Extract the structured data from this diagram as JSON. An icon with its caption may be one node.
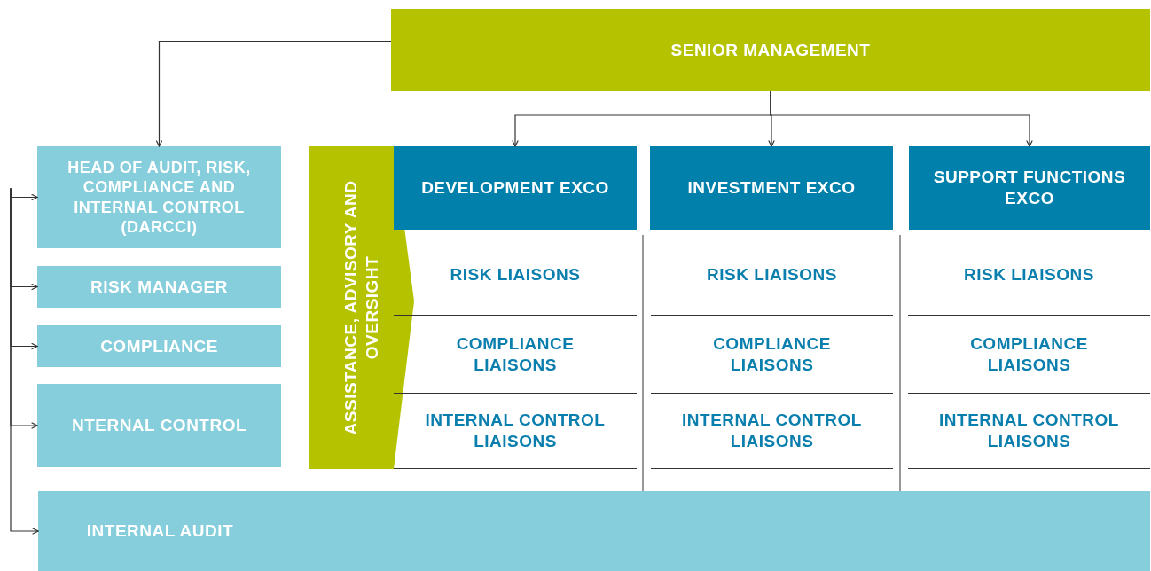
{
  "diagram": {
    "nodes": [
      {
        "text": [
          "SENIOR MANAGEMENT"
        ]
      },
      {
        "text": [
          "HEAD OF AUDIT, RISK, COMPLIANCE AND INTERNAL CONTROL (DARCCI)"
        ]
      },
      {
        "text": [
          "ASSISTANCE, ADVISORY AND OVERSIGHT"
        ]
      },
      {
        "text": [
          "DEVELOPMENT EXCO"
        ]
      },
      {
        "text": [
          "INVESTMENT EXCO"
        ]
      },
      {
        "text": [
          "SUPPORT FUNCTIONS EXCO"
        ]
      },
      {
        "text": [
          "RISK MANAGER"
        ]
      },
      {
        "text": [
          "COMPLIANCE"
        ]
      },
      {
        "text": [
          "NTERNAL CONTROL"
        ]
      },
      {
        "text": [
          "INTERNAL AUDIT"
        ]
      }
    ],
    "edges": [
      {
        "from": 0,
        "to": 1,
        "arrow": "to"
      },
      {
        "from": 0,
        "to": 3,
        "arrow": "to"
      },
      {
        "from": 0,
        "to": 4,
        "arrow": "to"
      },
      {
        "from": 0,
        "to": 5,
        "arrow": "to"
      },
      {
        "from": null,
        "to": 1,
        "arrow": "to"
      },
      {
        "from": null,
        "to": 6,
        "arrow": "to"
      },
      {
        "from": null,
        "to": 7,
        "arrow": "to"
      },
      {
        "from": null,
        "to": 8,
        "arrow": "to"
      },
      {
        "from": null,
        "to": 9,
        "arrow": "to"
      }
    ],
    "labels": [
      "RISK LIAISONS",
      "RISK LIAISONS",
      "RISK LIAISONS",
      "COMPLIANCE LIAISONS",
      "COMPLIANCE LIAISONS",
      "COMPLIANCE LIAISONS",
      "INTERNAL CONTROL LIAISONS",
      "INTERNAL CONTROL LIAISONS",
      "INTERNAL CONTROL LIAISONS"
    ]
  }
}
